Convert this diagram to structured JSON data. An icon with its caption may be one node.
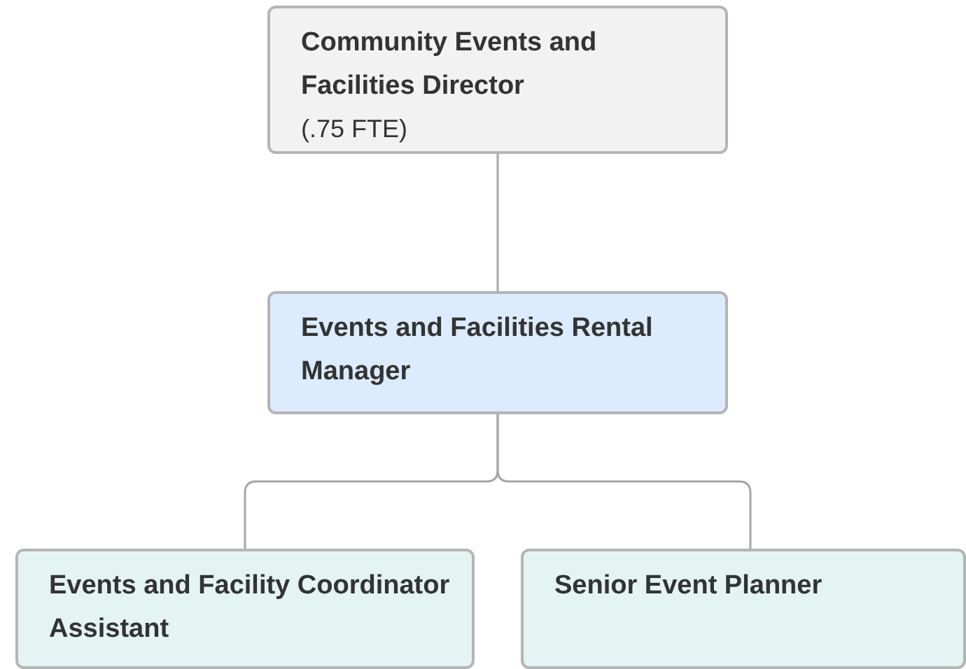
{
  "diagram": {
    "nodes": [
      {
        "text": [
          "Community Events and Facilities Director",
          "(.75 FTE)"
        ]
      },
      {
        "text": [
          "Events and Facilities Rental Manager"
        ]
      },
      {
        "text": [
          "Events and Facility Coordinator Assistant"
        ]
      },
      {
        "text": [
          "Senior Event Planner"
        ]
      }
    ],
    "edges": [
      {
        "from": 0,
        "to": 1,
        "arrow": "none"
      },
      {
        "from": 1,
        "to": 2,
        "arrow": "none"
      },
      {
        "from": 1,
        "to": 3,
        "arrow": "none"
      }
    ]
  }
}
